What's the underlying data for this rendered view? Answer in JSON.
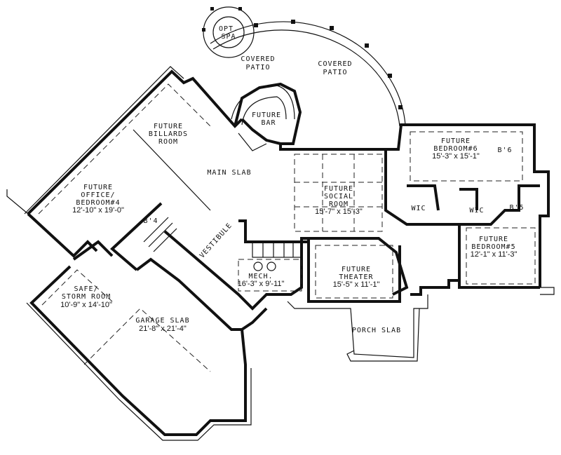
{
  "plan": {
    "rooms": [
      {
        "id": "opt-spa",
        "lines": [
          "OPT.",
          "SPA"
        ],
        "dims": ""
      },
      {
        "id": "covered-patio-left",
        "lines": [
          "COVERED",
          "PATIO"
        ],
        "dims": ""
      },
      {
        "id": "covered-patio-right",
        "lines": [
          "COVERED",
          "PATIO"
        ],
        "dims": ""
      },
      {
        "id": "future-bar",
        "lines": [
          "FUTURE",
          "BAR"
        ],
        "dims": ""
      },
      {
        "id": "future-billiards-room",
        "lines": [
          "FUTURE",
          "BILLARDS",
          "ROOM"
        ],
        "dims": ""
      },
      {
        "id": "main-slab",
        "lines": [
          "MAIN SLAB"
        ],
        "dims": ""
      },
      {
        "id": "future-office-bedroom-4",
        "lines": [
          "FUTURE",
          "OFFICE/",
          "BEDROOM#4"
        ],
        "dims": "12'-10\" x 19'-0\""
      },
      {
        "id": "bath-4",
        "lines": [
          "B'4"
        ],
        "dims": ""
      },
      {
        "id": "vestibule",
        "lines": [
          "VESTIBULE"
        ],
        "dims": ""
      },
      {
        "id": "future-social-room",
        "lines": [
          "FUTURE",
          "SOCIAL",
          "ROOM"
        ],
        "dims": "15'-7\" x 15'-3\""
      },
      {
        "id": "future-bedroom-6",
        "lines": [
          "FUTURE",
          "BEDROOM#6"
        ],
        "dims": "15'-3\" x 15'-1\""
      },
      {
        "id": "bath-6",
        "lines": [
          "B'6"
        ],
        "dims": ""
      },
      {
        "id": "wic-1",
        "lines": [
          "WIC"
        ],
        "dims": ""
      },
      {
        "id": "wic-2",
        "lines": [
          "WIC"
        ],
        "dims": ""
      },
      {
        "id": "bath-5",
        "lines": [
          "B'5"
        ],
        "dims": ""
      },
      {
        "id": "future-bedroom-5",
        "lines": [
          "FUTURE",
          "BEDROOM#5"
        ],
        "dims": "12'-1\" x 11'-3\""
      },
      {
        "id": "mech",
        "lines": [
          "MECH."
        ],
        "dims": "16'-3\" x 9'-11\""
      },
      {
        "id": "future-theater",
        "lines": [
          "FUTURE",
          "THEATER"
        ],
        "dims": "15'-5\" x 11'-1\""
      },
      {
        "id": "safe-storm-room",
        "lines": [
          "SAFE/",
          "STORM ROOM"
        ],
        "dims": "10'-9\" x 14'-10\""
      },
      {
        "id": "garage-slab",
        "lines": [
          "GARAGE SLAB"
        ],
        "dims": "21'-8\" x 21'-4\""
      },
      {
        "id": "porch-slab",
        "lines": [
          "PORCH SLAB"
        ],
        "dims": ""
      }
    ]
  }
}
